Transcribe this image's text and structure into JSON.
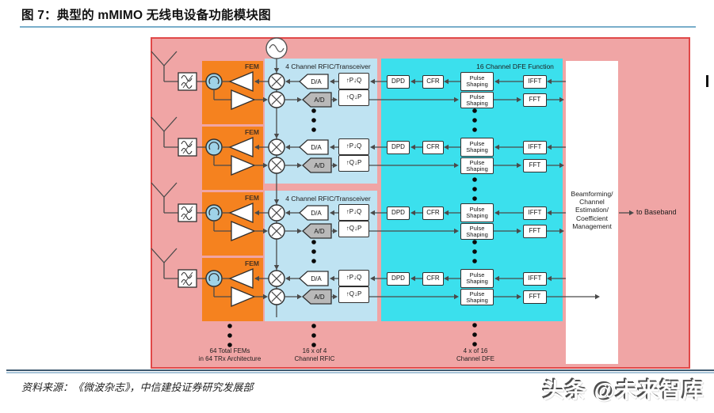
{
  "figure": {
    "title": "图 7：典型的 mMIMO 无线电设备功能模块图",
    "source": "资料来源：《微波杂志》，中信建投证券研究发展部",
    "watermark": "头条 @未来智库"
  },
  "diagram": {
    "fem_label": "FEM",
    "rfic_title": "4 Channel RFIC/Transceiver",
    "dfe_title": "16 Channel DFE Function",
    "blocks": {
      "da": "D/A",
      "ad": "A/D",
      "up_p_down_q": "↑P↓Q",
      "up_q_down_p": "↑Q↓P",
      "dpd": "DPD",
      "cfr": "CFR",
      "pulse_shaping": [
        "Pulse",
        "Shaping"
      ],
      "ifft": "IFFT",
      "fft": "FFT"
    },
    "beamforming_lines": [
      "Beamforming/",
      "Channel",
      "Estimation/",
      "Coefficient",
      "Management"
    ],
    "to_baseband": "to Baseband",
    "footnotes": [
      {
        "lines": [
          "64 Total FEMs",
          "in 64 TRx Architecture"
        ]
      },
      {
        "lines": [
          "16 x of 4",
          "Channel RFIC"
        ]
      },
      {
        "lines": [
          "4 x of 16",
          "Channel DFE"
        ]
      }
    ],
    "colors": {
      "panel_pink": "#f0a5a5",
      "panel_border": "#e04848",
      "fem_orange": "#f5821f",
      "rfic_blue": "#bfe3f2",
      "dfe_cyan": "#3be0ed",
      "circulator_fill": "#9fd3e8",
      "ad_gray": "#b9b9b9",
      "line": "#4a4a4a"
    }
  }
}
